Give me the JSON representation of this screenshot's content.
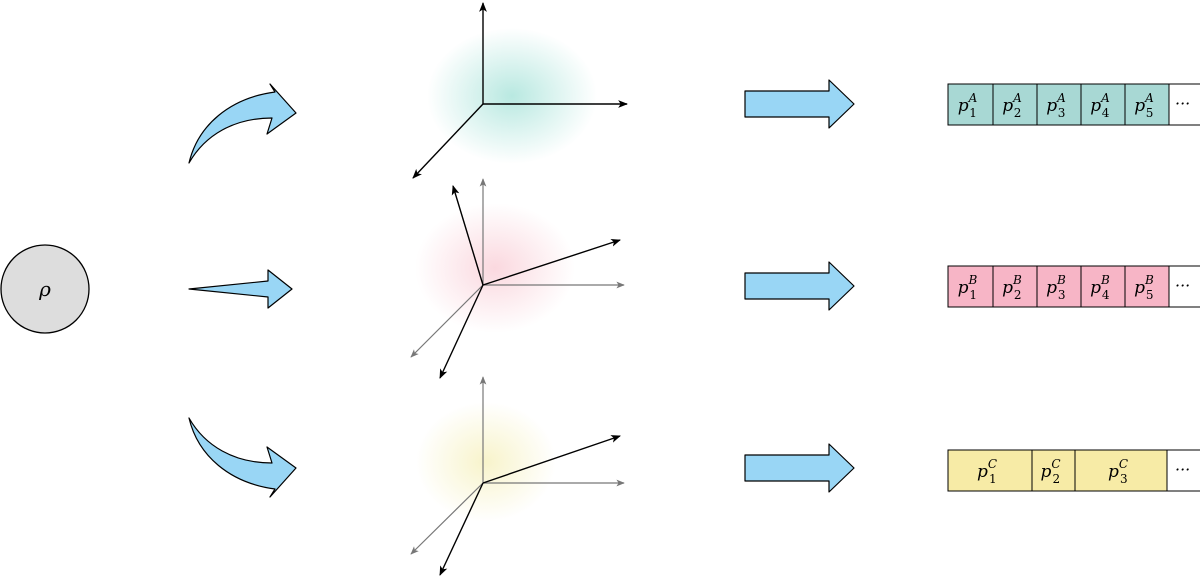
{
  "state": {
    "label": "ρ",
    "fill": "#dddddd"
  },
  "colors": {
    "arrow_fill": "#99d6f5",
    "outline": "#000000",
    "axis_gray": "#777777"
  },
  "bases": [
    {
      "id": "A",
      "glow": "#7fd6c8"
    },
    {
      "id": "B",
      "glow": "#f5a9b8"
    },
    {
      "id": "C",
      "glow": "#f2eaa0"
    }
  ],
  "outcomes": [
    {
      "id": "A",
      "fill": "#a8d8d4",
      "cells": [
        {
          "base": "p",
          "sub": "1",
          "sup": "A"
        },
        {
          "base": "p",
          "sub": "2",
          "sup": "A"
        },
        {
          "base": "p",
          "sub": "3",
          "sup": "A"
        },
        {
          "base": "p",
          "sub": "4",
          "sup": "A"
        },
        {
          "base": "p",
          "sub": "5",
          "sup": "A"
        }
      ],
      "ellipsis": "···"
    },
    {
      "id": "B",
      "fill": "#f7b5c6",
      "cells": [
        {
          "base": "p",
          "sub": "1",
          "sup": "B"
        },
        {
          "base": "p",
          "sub": "2",
          "sup": "B"
        },
        {
          "base": "p",
          "sub": "3",
          "sup": "B"
        },
        {
          "base": "p",
          "sub": "4",
          "sup": "B"
        },
        {
          "base": "p",
          "sub": "5",
          "sup": "B"
        }
      ],
      "ellipsis": "···"
    },
    {
      "id": "C",
      "fill": "#f7eba6",
      "cells": [
        {
          "base": "p",
          "sub": "1",
          "sup": "C"
        },
        {
          "base": "p",
          "sub": "2",
          "sup": "C"
        },
        {
          "base": "p",
          "sub": "3",
          "sup": "C"
        }
      ],
      "ellipsis": "···"
    }
  ]
}
